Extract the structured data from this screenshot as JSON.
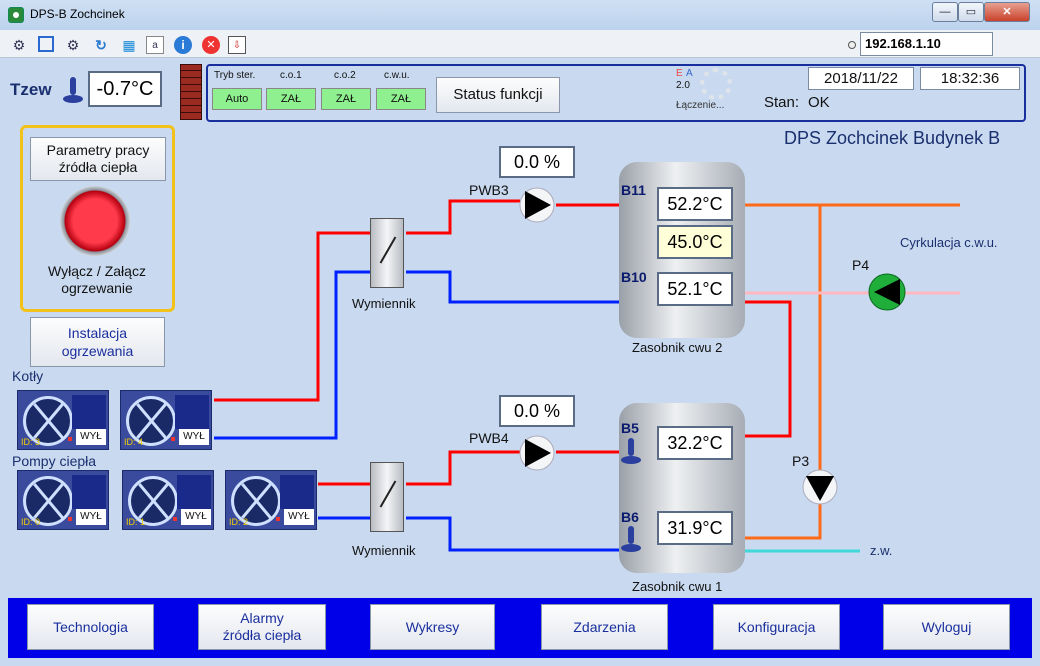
{
  "window": {
    "title": "DPS-B Zochcinek",
    "min": "—",
    "max": "▭",
    "close": "✕"
  },
  "toolbar": {
    "ip": "192.168.1.10"
  },
  "tzew": {
    "label": "Tzew",
    "value": "-0.7°C"
  },
  "status": {
    "tryb_label": "Tryb ster.",
    "tryb_value": "Auto",
    "co1_label": "c.o.1",
    "co1_value": "ZAŁ",
    "co2_label": "c.o.2",
    "co2_value": "ZAŁ",
    "cwu_label": "c.w.u.",
    "cwu_value": "ZAŁ",
    "status_button": "Status funkcji",
    "ea_e": "E",
    "ea_a": "A",
    "version": "2.0",
    "connecting": "Łączenie...",
    "date": "2018/11/22",
    "time": "18:32:36",
    "stan_label": "Stan:",
    "stan_value": "OK"
  },
  "building_title": "DPS Zochcinek Budynek B",
  "heat": {
    "params_line1": "Parametry pracy",
    "params_line2": "źródła ciepła",
    "power_line1": "Wyłącz / Załącz",
    "power_line2": "ogrzewanie"
  },
  "install": {
    "line1": "Instalacja",
    "line2": "ogrzewania"
  },
  "kotly": {
    "label": "Kotły",
    "units": [
      {
        "id": "ID: 3",
        "state": "WYŁ"
      },
      {
        "id": "ID: 4",
        "state": "WYŁ"
      }
    ]
  },
  "pompy": {
    "label": "Pompy ciepła",
    "units": [
      {
        "id": "ID: 0",
        "state": "WYŁ"
      },
      {
        "id": "ID: 1",
        "state": "WYŁ"
      },
      {
        "id": "ID: 2",
        "state": "WYŁ"
      }
    ]
  },
  "pwb3": {
    "label": "PWB3",
    "value": "0.0 %"
  },
  "pwb4": {
    "label": "PWB4",
    "value": "0.0 %"
  },
  "hx": {
    "label": "Wymiennik"
  },
  "tank2": {
    "label": "Zasobnik cwu 2",
    "b11_label": "B11",
    "b11": "52.2°C",
    "mid": "45.0°C",
    "b10_label": "B10",
    "b10": "52.1°C"
  },
  "tank1": {
    "label": "Zasobnik cwu 1",
    "b5_label": "B5",
    "b5": "32.2°C",
    "b6_label": "B6",
    "b6": "31.9°C"
  },
  "p3": "P3",
  "p4": "P4",
  "cyrkulacja": "Cyrkulacja c.w.u.",
  "zw": "z.w.",
  "nav": {
    "technologia": "Technologia",
    "alarmy1": "Alarmy",
    "alarmy2": "źródła ciepła",
    "wykresy": "Wykresy",
    "zdarzenia": "Zdarzenia",
    "konfiguracja": "Konfiguracja",
    "wyloguj": "Wyloguj"
  },
  "colors": {
    "hot": "#ff0000",
    "cold": "#0020ff",
    "circ": "#ff6a1a",
    "mode_on": "#8ef08e",
    "nav_bar": "#0000e8"
  }
}
